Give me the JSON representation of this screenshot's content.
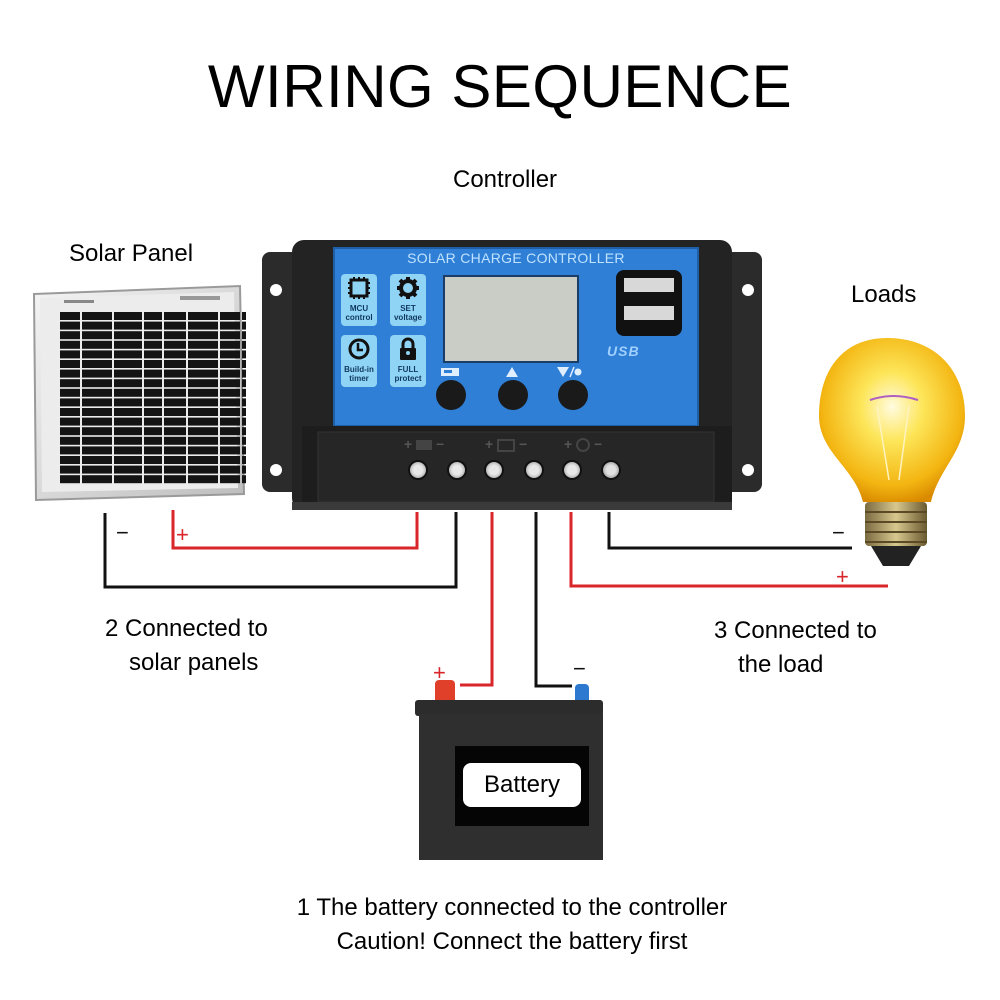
{
  "title": "WIRING SEQUENCE",
  "labels": {
    "controller": "Controller",
    "solar_panel": "Solar Panel",
    "loads": "Loads"
  },
  "controller": {
    "header": "SOLAR CHARGE CONTROLLER",
    "features": [
      {
        "icon": "chip-icon",
        "line1": "MCU",
        "line2": "control"
      },
      {
        "icon": "gear-icon",
        "line1": "SET",
        "line2": "voltage"
      },
      {
        "icon": "clock-icon",
        "line1": "Build-in",
        "line2": "timer"
      },
      {
        "icon": "lock-icon",
        "line1": "FULL",
        "line2": "protect"
      }
    ],
    "usb_label": "USB",
    "buttons": [
      {
        "icon": "menu-icon"
      },
      {
        "icon": "up-arrow-icon"
      },
      {
        "icon": "down-arrow-light-icon"
      }
    ],
    "terminal_groups": [
      {
        "icon": "solar-icon",
        "plus": "+",
        "minus": "−"
      },
      {
        "icon": "battery-icon",
        "plus": "+",
        "minus": "−"
      },
      {
        "icon": "bulb-icon",
        "plus": "+",
        "minus": "−"
      }
    ]
  },
  "polarity": {
    "solar_minus": "−",
    "solar_plus": "+",
    "battery_plus": "+",
    "battery_minus": "−",
    "load_minus": "−",
    "load_plus": "+"
  },
  "battery": {
    "label": "Battery"
  },
  "steps": {
    "solar": [
      "2 Connected to",
      "solar panels"
    ],
    "load": [
      "3 Connected to",
      "the load"
    ],
    "battery": [
      "1 The battery connected to the controller",
      "Caution! Connect the battery first"
    ]
  },
  "colors": {
    "wire_positive": "#d9262b",
    "wire_negative": "#111111",
    "controller_blue": "#2f7fd6",
    "controller_body": "#2a2a2a",
    "feature_tile": "#8fd3f5",
    "lcd": "#c9cdc6",
    "battery_plus_terminal": "#e0402a",
    "battery_minus_terminal": "#2e79d0",
    "bulb_glow": "#f7c21a"
  }
}
